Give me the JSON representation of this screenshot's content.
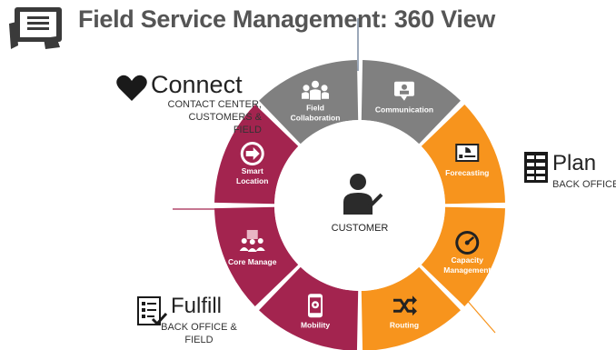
{
  "title": "Field Service Management: 360 View",
  "center": {
    "label": "CUSTOMER"
  },
  "segments": [
    {
      "label_lines": [
        "Communication"
      ],
      "color": "#808080",
      "icon": "chat-person-icon"
    },
    {
      "label_lines": [
        "Forecasting"
      ],
      "color": "#f7941d",
      "icon": "presentation-chart-icon"
    },
    {
      "label_lines": [
        "Capacity",
        "Management"
      ],
      "color": "#f7941d",
      "icon": "gauge-icon"
    },
    {
      "label_lines": [
        "Routing"
      ],
      "color": "#f7941d",
      "icon": "shuffle-arrows-icon"
    },
    {
      "label_lines": [
        "Mobility"
      ],
      "color": "#a3244f",
      "icon": "mobile-gear-icon"
    },
    {
      "label_lines": [
        "Core Manage"
      ],
      "color": "#a3244f",
      "icon": "team-server-icon"
    },
    {
      "label_lines": [
        "Smart",
        "Location"
      ],
      "color": "#a3244f",
      "icon": "arrow-circle-icon"
    },
    {
      "label_lines": [
        "Field",
        "Collaboration"
      ],
      "color": "#808080",
      "icon": "group-people-icon"
    }
  ],
  "groups": {
    "connect": {
      "title": "Connect",
      "sub_lines": [
        "CONTACT CENTER,",
        "CUSTOMERS &",
        "FIELD"
      ],
      "icon": "heart-icon"
    },
    "plan": {
      "title": "Plan",
      "sub": "BACK OFFICE",
      "icon": "server-stack-icon"
    },
    "fulfill": {
      "title": "Fulfill",
      "sub_lines": [
        "BACK OFFICE &",
        "FIELD"
      ],
      "icon": "checklist-icon"
    }
  },
  "colors": {
    "connect": "#808080",
    "plan": "#f7941d",
    "fulfill": "#a3244f",
    "title": "#555555"
  }
}
